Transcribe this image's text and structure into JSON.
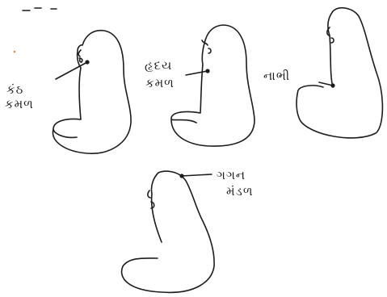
{
  "figures": [
    {
      "label_lines": [
        "કંઠ",
        "કમળ"
      ]
    },
    {
      "label_lines": [
        "હૃદય",
        "કમળ"
      ]
    },
    {
      "label_lines": [
        "નાભી"
      ]
    },
    {
      "label_lines": [
        "ગગન",
        "મંડળ"
      ]
    }
  ],
  "colors": {
    "ink": "#1c1c1c",
    "background": "#ffffff",
    "stray_mark": "#e08a3a"
  }
}
